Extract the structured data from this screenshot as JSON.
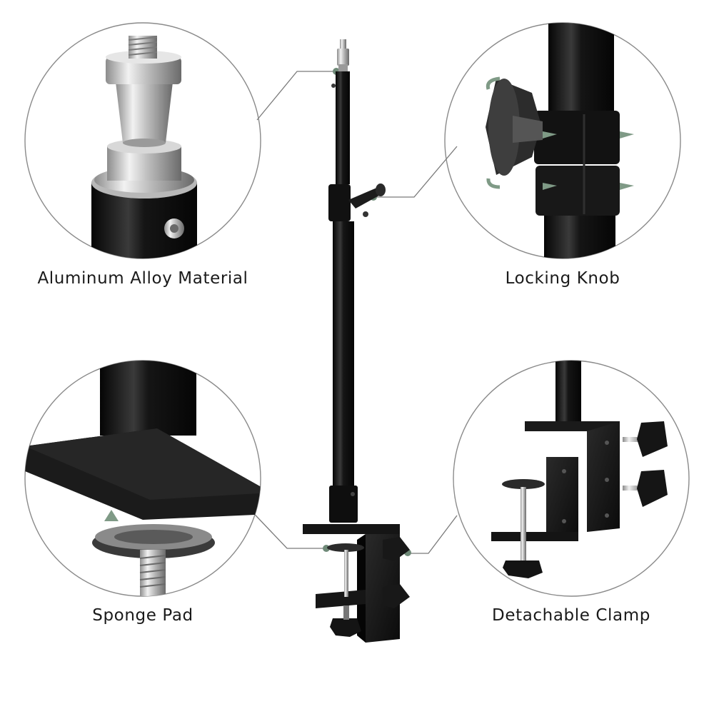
{
  "features": [
    {
      "key": "aluminum",
      "label": "Aluminum Alloy Material",
      "icon": "spigot-adapter-icon"
    },
    {
      "key": "knob",
      "label": "Locking Knob",
      "icon": "locking-knob-icon"
    },
    {
      "key": "sponge",
      "label": "Sponge Pad",
      "icon": "sponge-pad-icon"
    },
    {
      "key": "clamp",
      "label": "Detachable Clamp",
      "icon": "desk-clamp-icon"
    }
  ],
  "colors": {
    "background": "#ffffff",
    "pole": "#141414",
    "metal": "#c8c8c8",
    "callout_line": "#7a7a7a",
    "callout_dot": "#6f8a78",
    "arrow": "#7f9a86"
  }
}
